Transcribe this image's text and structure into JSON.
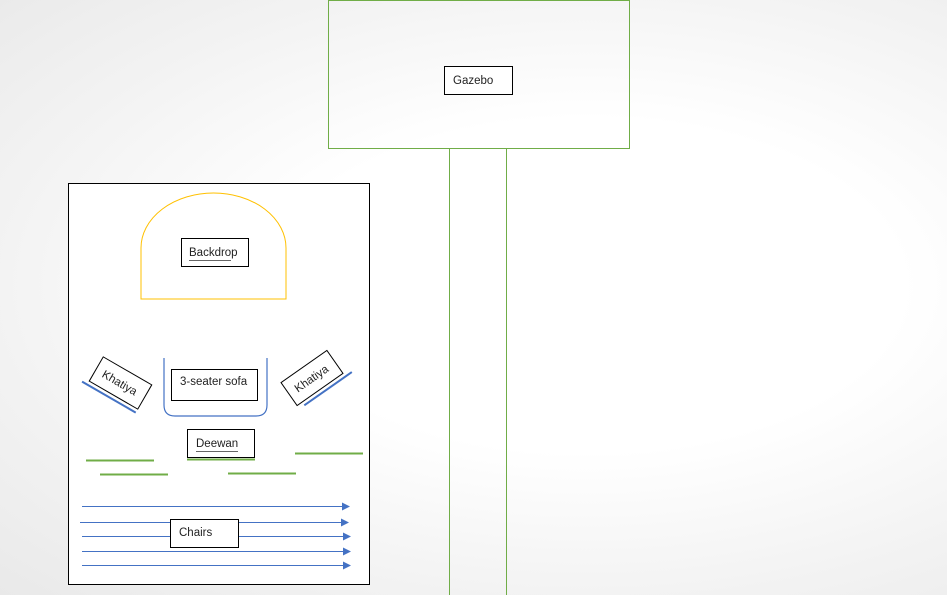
{
  "labels": {
    "gazebo": "Gazebo",
    "backdrop": "Backdrop",
    "sofa": "3-seater sofa",
    "khatiya_left": "Khatiya",
    "khatiya_right": "Khatiya",
    "deewan": "Deewan",
    "chairs": "Chairs"
  },
  "colors": {
    "gazebo_outline": "#70ad47",
    "path_outline": "#70ad47",
    "backdrop_arch": "#ffc000",
    "sofa_outline": "#4472c4",
    "khatiya_base": "#4472c4",
    "deewan_seating": "#70ad47",
    "chair_rows": "#4472c4",
    "box_outline": "#000000"
  }
}
